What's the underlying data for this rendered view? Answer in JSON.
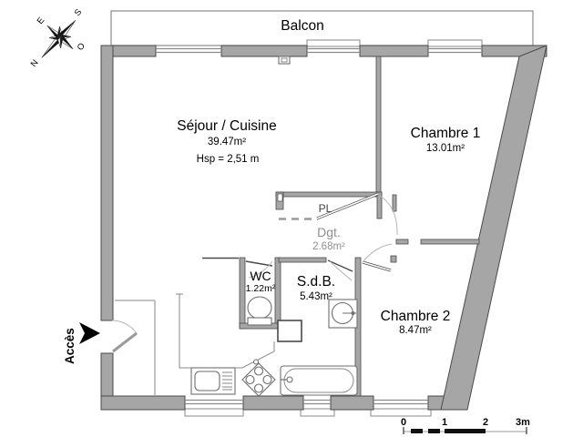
{
  "plan": {
    "balcony_label": "Balcon",
    "access_label": "Accès",
    "rooms": {
      "sejour": {
        "name": "Séjour / Cuisine",
        "area": "39.47m²",
        "hsp": "Hsp =  2,51 m"
      },
      "chambre1": {
        "name": "Chambre 1",
        "area": "13.01m²"
      },
      "chambre2": {
        "name": "Chambre 2",
        "area": "8.47m²"
      },
      "wc": {
        "name": "WC",
        "area": "1.22m²"
      },
      "sdb": {
        "name": "S.d.B.",
        "area": "5.43m²"
      },
      "degagement": {
        "name": "Dgt.",
        "area": "2.68m²"
      },
      "placard": {
        "name": "PL"
      }
    },
    "compass": {
      "n": "N",
      "s": "S",
      "e": "E",
      "o": "O"
    },
    "scale": {
      "t0": "0",
      "t1": "1",
      "t2": "2",
      "t3": "3m"
    },
    "colors": {
      "wall_fill": "#a6a6a6",
      "wall_stroke": "#4a4a4a",
      "thin_line": "#8a8a8a",
      "fixture_line": "#6e6e6e",
      "arc_line": "#b5b5b5",
      "muted_text": "#8f8f8f"
    }
  }
}
